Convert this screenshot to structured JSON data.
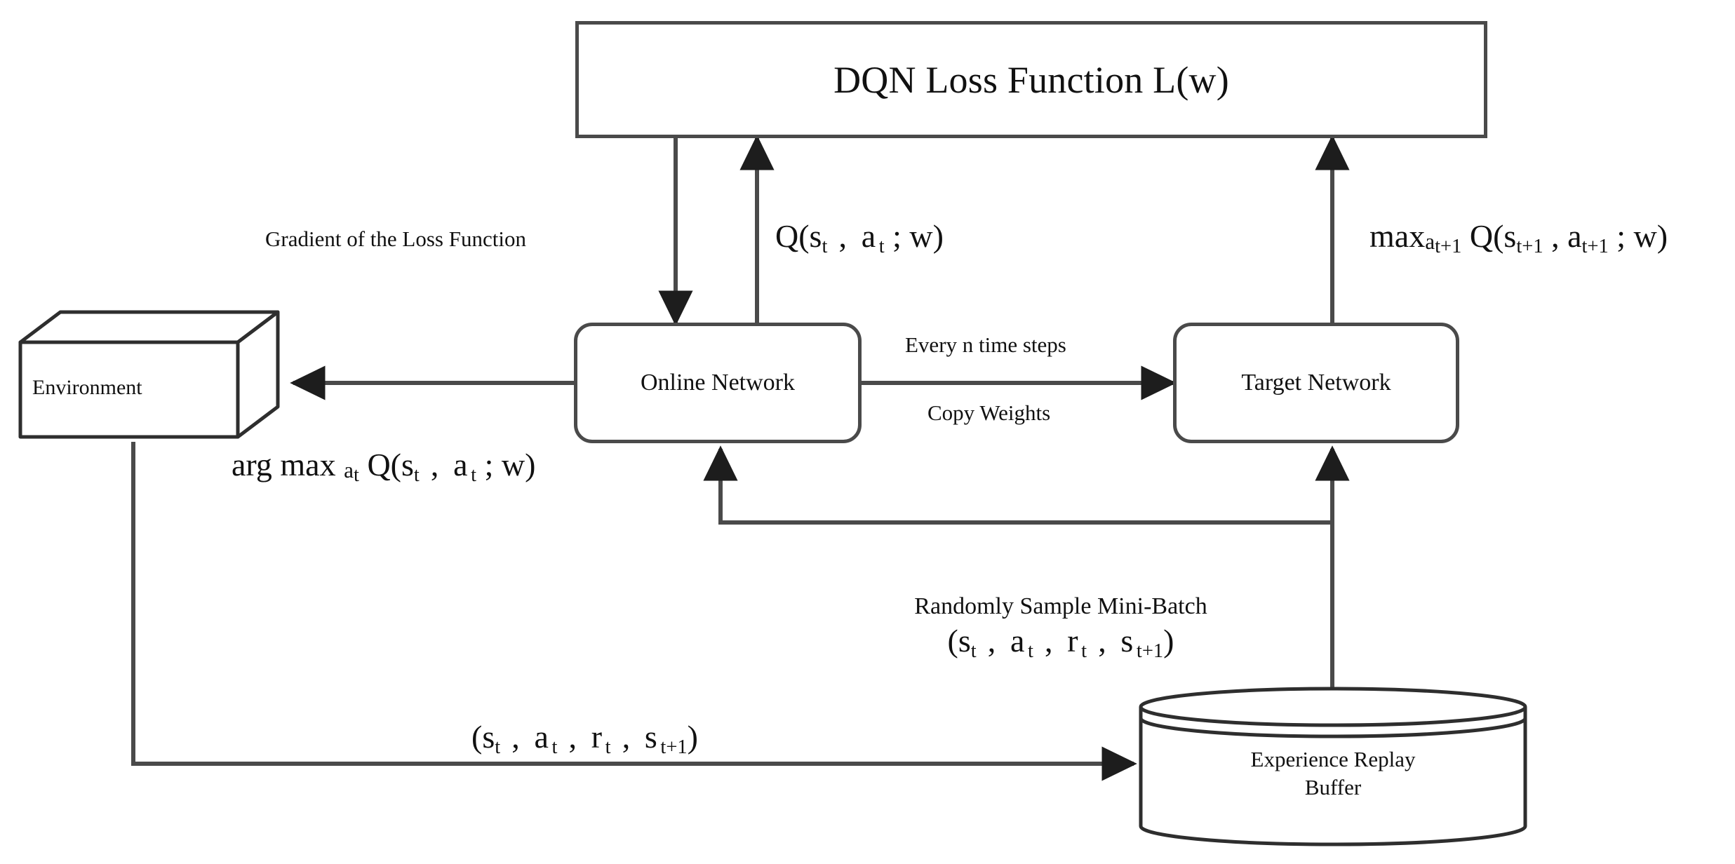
{
  "diagram": {
    "title": "DQN architecture with experience replay and target network",
    "background": "#ffffff",
    "stroke_color": "#4a4a4a",
    "arrow_color": "#333333",
    "text_color": "#111111"
  },
  "nodes": {
    "loss": {
      "label": "DQN Loss Function L(w)",
      "shape": "rectangle"
    },
    "online": {
      "label": "Online Network",
      "shape": "rounded-rectangle"
    },
    "target": {
      "label": "Target Network",
      "shape": "rounded-rectangle"
    },
    "environment": {
      "label": "Environment",
      "shape": "3d-box"
    },
    "buffer": {
      "label_line1": "Experience Replay",
      "label_line2": "Buffer",
      "shape": "cylinder"
    }
  },
  "edge_labels": {
    "gradient": "Gradient of the Loss Function",
    "q_online": {
      "fn": "Q(s",
      "sub1": "t",
      "mid": " , a",
      "sub2": "t",
      "tail": " ; w)"
    },
    "q_target": {
      "pre": "max",
      "presub": "a",
      "presub2": "t+1",
      "fn": " Q(s",
      "sub1": "t+1",
      "mid": " , a",
      "sub2": "t+1",
      "tail": " ; w)"
    },
    "every_n_steps": "Every n time steps",
    "copy_weights": "Copy Weights",
    "argmax": {
      "pre": "arg max ",
      "presub": "a",
      "presubsub": "t",
      "fn": " Q(s",
      "sub1": "t",
      "mid": " , a",
      "sub2": "t",
      "tail": " ; w)"
    },
    "sample_minibatch": "Randomly Sample Mini-Batch",
    "transition_tuple": {
      "open": "(s",
      "s_sub": "t",
      "c1": " , a",
      "a_sub": "t",
      "c2": " , r",
      "r_sub": "t",
      "c3": " , s",
      "s2_sub": "t+1",
      "close": ")"
    }
  },
  "flow": [
    {
      "from": "loss",
      "to": "online",
      "label": "gradient",
      "direction": "down"
    },
    {
      "from": "online",
      "to": "loss",
      "label": "q_online",
      "direction": "up"
    },
    {
      "from": "target",
      "to": "loss",
      "label": "q_target",
      "direction": "up"
    },
    {
      "from": "online",
      "to": "target",
      "label": "every_n_steps / copy_weights",
      "direction": "right"
    },
    {
      "from": "online",
      "to": "environment",
      "label": "argmax",
      "direction": "left"
    },
    {
      "from": "environment",
      "to": "buffer",
      "label": "transition_tuple",
      "direction": "down-right"
    },
    {
      "from": "buffer",
      "to": "online",
      "label": "sample_minibatch",
      "direction": "up-left"
    },
    {
      "from": "buffer",
      "to": "target",
      "label": "sample_minibatch",
      "direction": "up"
    }
  ]
}
